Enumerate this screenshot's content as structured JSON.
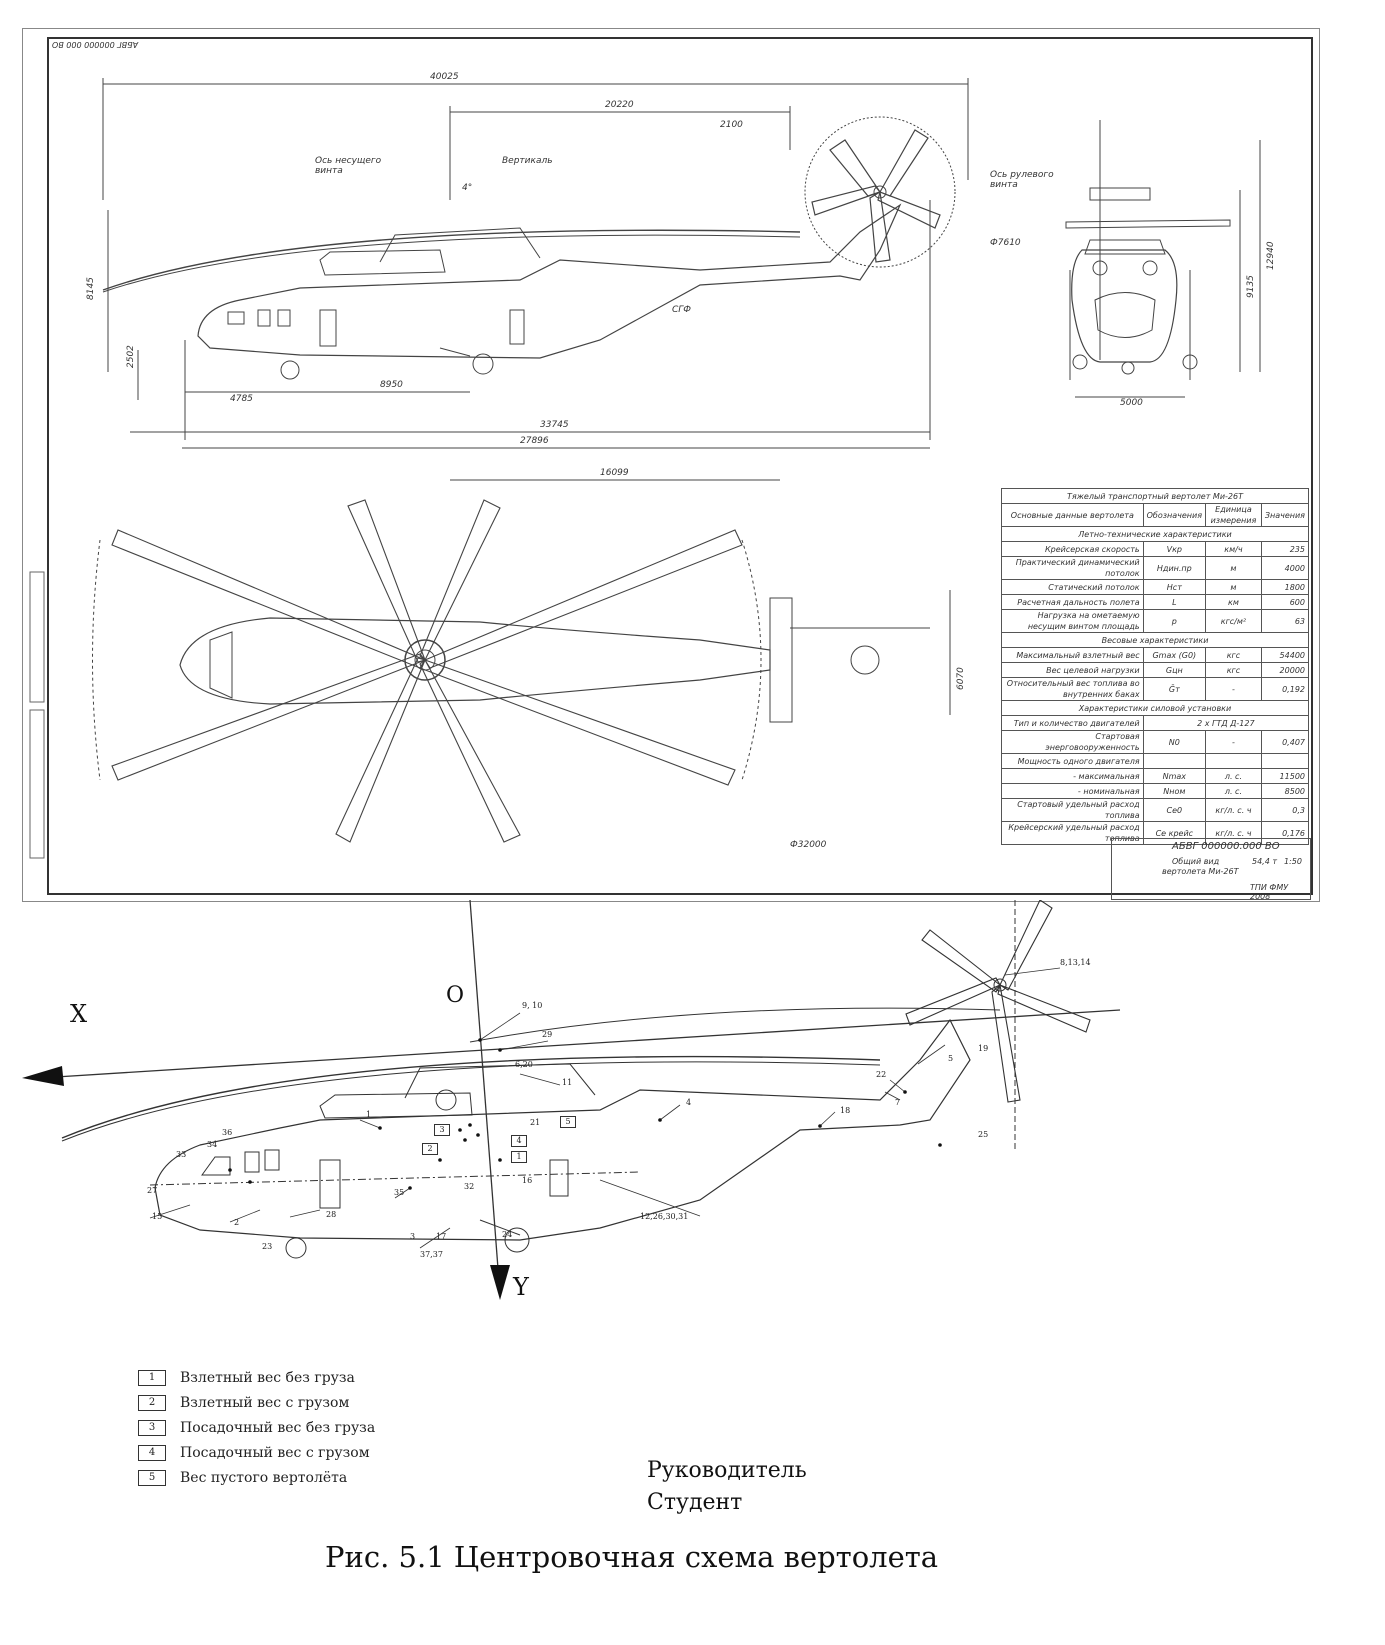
{
  "drawing": {
    "stamp_code": "АБВГ 000000 000 ВО",
    "dims": {
      "d40025": "40025",
      "d20220": "20220",
      "d2100": "2100",
      "d8145": "8145",
      "d2502": "2502",
      "d4785": "4785",
      "d8950": "8950",
      "d33745": "33745",
      "d7610": "Ф7610",
      "d12940": "12940",
      "d9135": "9135",
      "d5000": "5000",
      "d27896": "27896",
      "d16099": "16099",
      "d6070": "6070",
      "d32000": "Ф32000"
    },
    "notes": {
      "rotor_axis": "Ось несущего винта",
      "vertical": "Вертикаль",
      "angle": "4°",
      "tail_rotor_axis": "Ось рулевого винта",
      "cgf": "СГФ"
    }
  },
  "spec_table": {
    "title": "Тяжелый транспортный вертолет Ми-26Т",
    "headers": [
      "Основные данные вертолета",
      "Обозначения",
      "Единица измерения",
      "Значения"
    ],
    "sections": [
      {
        "name": "Летно-технические характеристики",
        "rows": [
          [
            "Крейсерская скорость",
            "Vкр",
            "км/ч",
            "235"
          ],
          [
            "Практический динамический потолок",
            "Hдин.пр",
            "м",
            "4000"
          ],
          [
            "Статический потолок",
            "Hст",
            "м",
            "1800"
          ],
          [
            "Расчетная дальность полета",
            "L",
            "км",
            "600"
          ],
          [
            "Нагрузка на ометаемую несущим винтом площадь",
            "p",
            "кгс/м²",
            "63"
          ]
        ]
      },
      {
        "name": "Весовые характеристики",
        "rows": [
          [
            "Максимальный взлетный вес",
            "Gmax (G0)",
            "кгс",
            "54400"
          ],
          [
            "Вес целевой нагрузки",
            "Gцн",
            "кгс",
            "20000"
          ],
          [
            "Относительный вес топлива во внутренних баках",
            "Ḡт",
            "-",
            "0,192"
          ]
        ]
      },
      {
        "name": "Характеристики силовой установки",
        "rows": [
          [
            "Тип и количество двигателей",
            "2 х ГТД Д-127",
            "",
            ""
          ],
          [
            "Стартовая энерговооруженность",
            "N0",
            "-",
            "0,407"
          ],
          [
            "Мощность одного двигателя",
            "",
            "",
            ""
          ],
          [
            "- максимальная",
            "Nmax",
            "л. с.",
            "11500"
          ],
          [
            "- номинальная",
            "Nном",
            "л. с.",
            "8500"
          ],
          [
            "Стартовый удельный расход топлива",
            "Ce0",
            "кг/л. с. ч",
            "0,3"
          ],
          [
            "Крейсерский удельный расход топлива",
            "Ce крейс",
            "кг/л. с. ч",
            "0,176"
          ]
        ]
      }
    ]
  },
  "title_block": {
    "code": "АБВГ 000000.000 ВО",
    "name1": "Общий вид",
    "name2": "вертолета Ми-26Т",
    "org": "ТПИ ФМУ 2008",
    "mass": "54,4 т",
    "scale": "1:50"
  },
  "cg_diagram": {
    "axis_x": "X",
    "axis_y": "Y",
    "origin": "O",
    "points": [
      "9, 10",
      "8,13,14",
      "29",
      "6,20",
      "11",
      "5",
      "19",
      "22",
      "7",
      "4",
      "18",
      "25",
      "1",
      "3",
      "2",
      "4",
      "1",
      "21",
      "5",
      "36",
      "34",
      "33",
      "27",
      "15",
      "2",
      "35",
      "32",
      "16",
      "12,26,30,31",
      "28",
      "23",
      "3",
      "17",
      "37,37",
      "24"
    ]
  },
  "legend": [
    {
      "num": "1",
      "label": "Взлетный вес без груза"
    },
    {
      "num": "2",
      "label": "Взлетный вес с грузом"
    },
    {
      "num": "3",
      "label": "Посадочный вес без груза"
    },
    {
      "num": "4",
      "label": "Посадочный вес с грузом"
    },
    {
      "num": "5",
      "label": "Вес пустого вертолёта"
    }
  ],
  "signatures": {
    "supervisor": "Руководитель",
    "student": "Студент"
  },
  "caption": "Рис. 5.1 Центровочная схема вертолета"
}
